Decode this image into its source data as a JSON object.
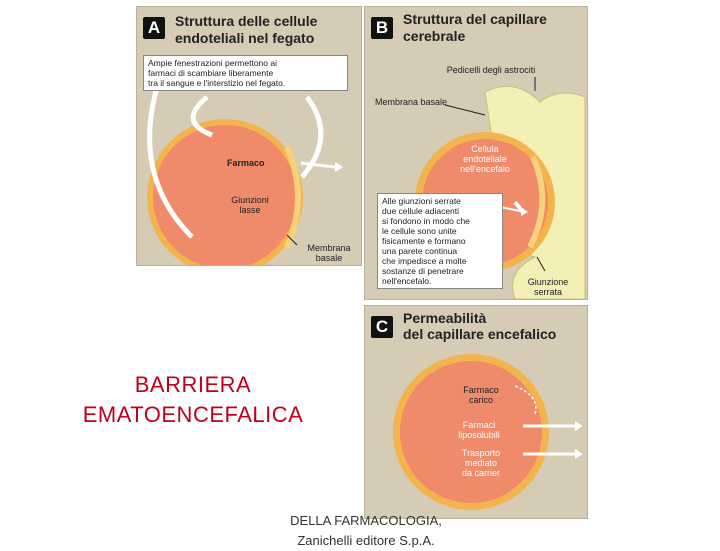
{
  "panel_a": {
    "badge": "A",
    "title_line1": "Struttura delle cellule",
    "title_line2": "endoteliali nel fegato",
    "note_line1": "Ampie fenestrazioni permettono ai",
    "note_line2": "farmaci di scambiare liberamente",
    "note_line3": "tra il sangue e l'interstizio nel fegato.",
    "label_farmaco": "Farmaco",
    "label_giunzioni_line1": "Giunzioni",
    "label_giunzioni_line2": "lasse",
    "label_membrana_line1": "Membrana",
    "label_membrana_line2": "basale"
  },
  "panel_b": {
    "badge": "B",
    "title_line1": "Struttura del capillare",
    "title_line2": "cerebrale",
    "label_pedicelli": "Pedicelli degli astrociti",
    "label_membrana": "Membrana basale",
    "label_cellula_line1": "Cellula",
    "label_cellula_line2": "endoteliale",
    "label_cellula_line3": "nell'encefalo",
    "note_lines": [
      "Alle giunzioni serrate",
      "due cellule adiacenti",
      "si fondono in modo che",
      "le cellule sono unite",
      "fisicamente e formano",
      "una parete continua",
      "che impedisce a molte",
      "sostanze di penetrare",
      "nell'encefalo."
    ],
    "label_giunzione_line1": "Giunzione",
    "label_giunzione_line2": "serrata"
  },
  "panel_c": {
    "badge": "C",
    "title_line1": "Permeabilità",
    "title_line2": "del capillare encefalico",
    "label_carico_line1": "Farmaco",
    "label_carico_line2": "carico",
    "label_liposolubili_line1": "Farmaci",
    "label_liposolubili_line2": "liposolubili",
    "label_trasporto_line1": "Trasporto",
    "label_trasporto_line2": "mediato",
    "label_trasporto_line3": "da carrier"
  },
  "heading": {
    "line1": "BARRIERA",
    "line2": "EMATOENCEFALICA"
  },
  "footer": {
    "line1": "DELLA FARMACOLOGIA,",
    "line2": "Zanichelli editore S.p.A."
  },
  "colors": {
    "panel_bg": "#d6cbb5",
    "cell": "#ef8a6a",
    "cell_ring": "#f3b34d",
    "astrocyte": "#f4efb5",
    "heading_red": "#c0001a"
  }
}
